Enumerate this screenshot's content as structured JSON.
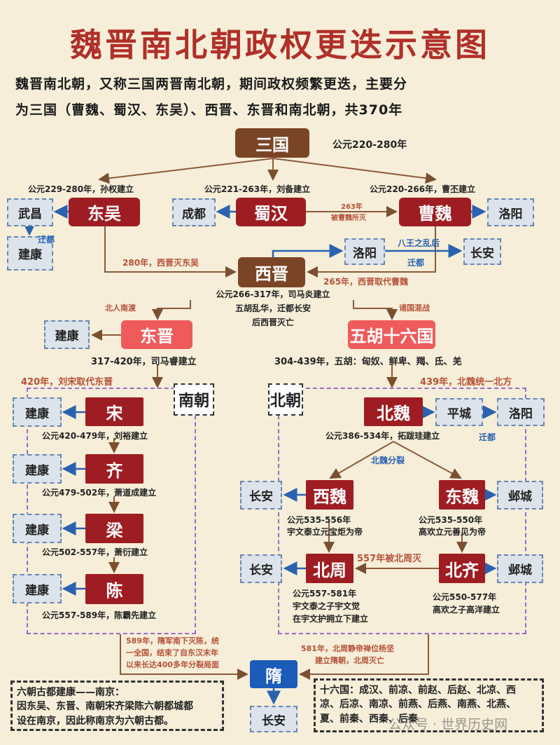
{
  "title": "魏晋南北朝政权更迭示意图",
  "intro": [
    "魏晋南北朝，又称三国两晋南北朝，期间政权频繁更迭，主要分",
    "为三国（曹魏、蜀汉、东吴）、西晋、东晋和南北朝，共370年"
  ],
  "sanguo": {
    "name": "三国",
    "period": "公元220-280年"
  },
  "dongwu": {
    "name": "东吴",
    "info": "公元229-280年，孙权建立",
    "capital": "武昌",
    "move": "迁都",
    "capital2": "建康"
  },
  "shuhan": {
    "name": "蜀汉",
    "info": "公元221-263年，刘备建立",
    "capital": "成都",
    "fall": [
      "263年",
      "被曹魏所灭"
    ]
  },
  "caowei": {
    "name": "曹魏",
    "info": "公元220-266年，曹丕建立",
    "capital": "洛阳"
  },
  "xijin": {
    "name": "西晋",
    "capital": "洛阳",
    "capital2": "长安",
    "bawang": "八王之乱后",
    "move": "迁都",
    "from_wu": "280年，西晋灭东吴",
    "from_wei": "265年，西晋取代曹魏",
    "info": [
      "公元266-317年，司马炎建立",
      "五胡乱华，迁都长安",
      "后西晋灭亡"
    ],
    "south": "北人南渡",
    "north": "诸国混战"
  },
  "dongjin": {
    "name": "东晋",
    "capital": "建康",
    "info": "317-420年，司马睿建立"
  },
  "wuhu": {
    "name": "五胡十六国",
    "info": "304-439年，五胡：匈奴、鲜卑、羯、氐、羌"
  },
  "nanchao": {
    "label": "南朝",
    "transition": "420年，刘宋取代东晋",
    "states": [
      {
        "name": "宋",
        "capital": "建康",
        "info": "公元420-479年，刘裕建立"
      },
      {
        "name": "齐",
        "capital": "建康",
        "info": "公元479-502年，萧道成建立"
      },
      {
        "name": "梁",
        "capital": "建康",
        "info": "公元502-557年，萧衍建立"
      },
      {
        "name": "陈",
        "capital": "建康",
        "info": "公元557-589年，陈霸先建立"
      }
    ]
  },
  "beichao": {
    "label": "北朝",
    "transition": "439年，北魏统一北方",
    "beiwei": {
      "name": "北魏",
      "capital": "平城",
      "capital2": "洛阳",
      "move": "迁都",
      "info": "公元386-534年，拓跋珪建立",
      "split": "北魏分裂"
    },
    "xiwei": {
      "name": "西魏",
      "capital": "长安",
      "info": [
        "公元535-556年",
        "宇文泰立元宝炬为帝"
      ]
    },
    "dongwei": {
      "name": "东魏",
      "capital": "邺城",
      "info": [
        "公元535-550年",
        "高欢立元善见为帝"
      ]
    },
    "beizhou": {
      "name": "北周",
      "capital": "长安",
      "info": [
        "公元557-581年",
        "宇文泰之子宇文觉",
        "在宇文护拥立下建立"
      ]
    },
    "beiqi": {
      "name": "北齐",
      "capital": "邺城",
      "info": [
        "公元550-577年",
        "高欢之子高洋建立"
      ],
      "fall": "557年被北周灭"
    }
  },
  "sui": {
    "name": "隋",
    "capital": "长安",
    "from_south": [
      "589年，隋军南下灭陈，统",
      "一全国，结束了自东汉末年",
      "以来长达400多年分裂局面"
    ],
    "from_north": [
      "581年，北周静帝禅位杨坚",
      "建立隋朝，北周灭亡"
    ]
  },
  "note_left": [
    "六朝古都建康——南京：",
    "因东吴、东晋、南朝宋齐梁陈六朝都城都",
    "设在南京，因此称南京为六朝古都。"
  ],
  "note_right": [
    "十六国：成汉、前凉、前赵、后赵、北凉、西",
    "凉、后凉、南凉、前燕、后燕、南燕、北燕、",
    "夏、前秦、西秦、后秦"
  ],
  "watermark": "公众号 · 世界历史网"
}
